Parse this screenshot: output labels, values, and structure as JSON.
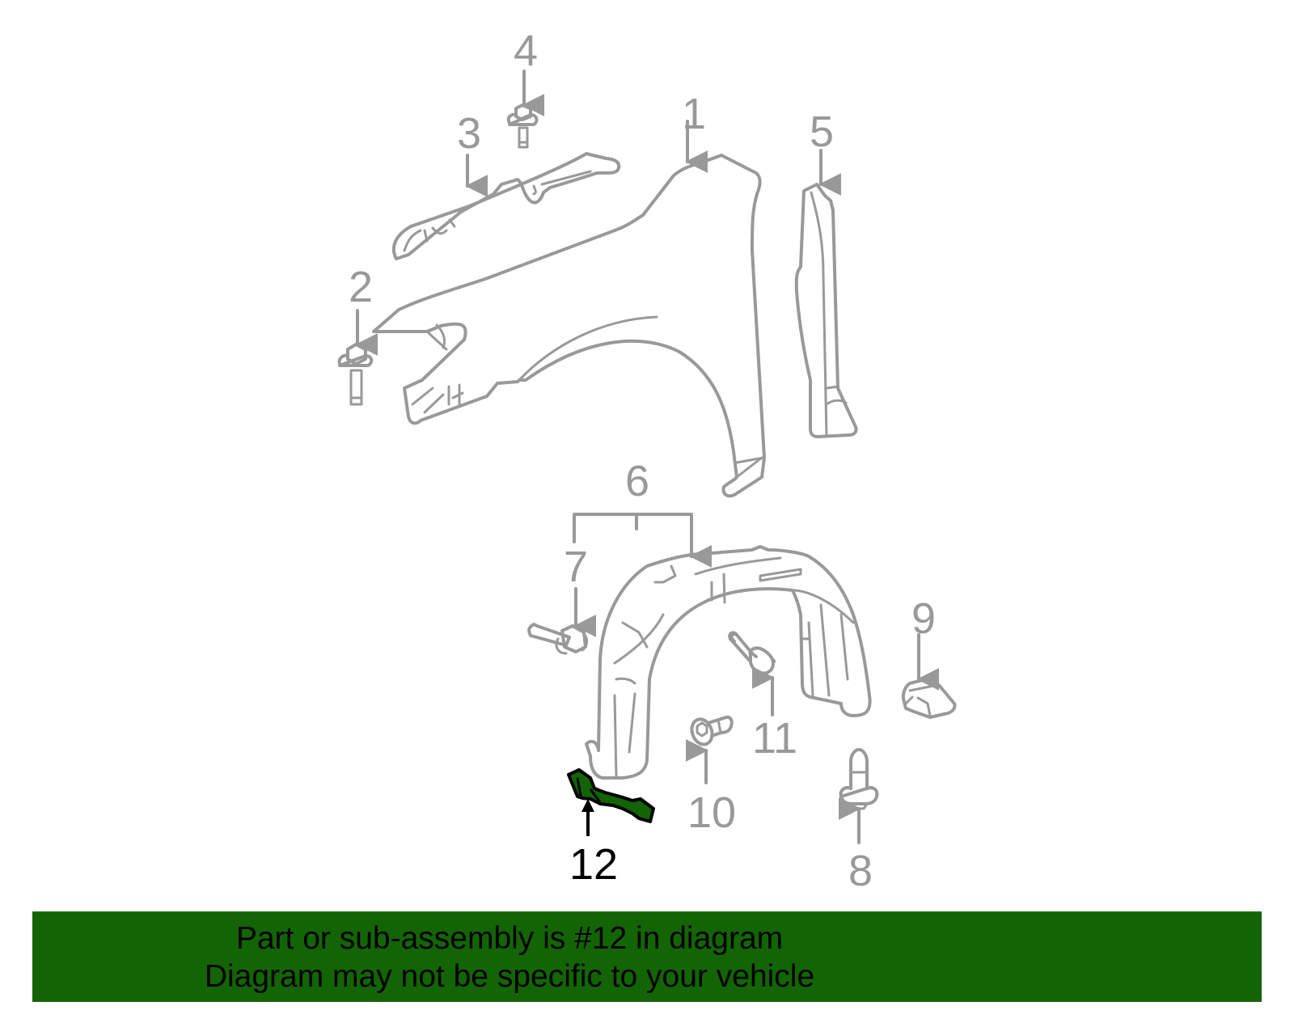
{
  "diagram": {
    "line_color": "#999999",
    "highlight_fill": "#136405",
    "highlight_stroke": "#000000",
    "highlighted_part": "12",
    "callouts": [
      {
        "id": "1",
        "label": "1",
        "part": "fender-panel"
      },
      {
        "id": "2",
        "label": "2",
        "part": "fender-bolt-lower"
      },
      {
        "id": "3",
        "label": "3",
        "part": "fender-support-bracket"
      },
      {
        "id": "4",
        "label": "4",
        "part": "bracket-bolt"
      },
      {
        "id": "5",
        "label": "5",
        "part": "fender-rear-seal"
      },
      {
        "id": "6",
        "label": "6",
        "part": "fender-liner-assembly"
      },
      {
        "id": "7",
        "label": "7",
        "part": "liner-bolt"
      },
      {
        "id": "8",
        "label": "8",
        "part": "push-clip"
      },
      {
        "id": "9",
        "label": "9",
        "part": "liner-retainer"
      },
      {
        "id": "10",
        "label": "10",
        "part": "hex-screw"
      },
      {
        "id": "11",
        "label": "11",
        "part": "liner-clip"
      },
      {
        "id": "12",
        "label": "12",
        "part": "liner-bracket"
      }
    ]
  },
  "banner": {
    "background": "#136405",
    "line1": "Part or sub-assembly is #12 in diagram",
    "line2": "Diagram may not be specific to your vehicle"
  }
}
